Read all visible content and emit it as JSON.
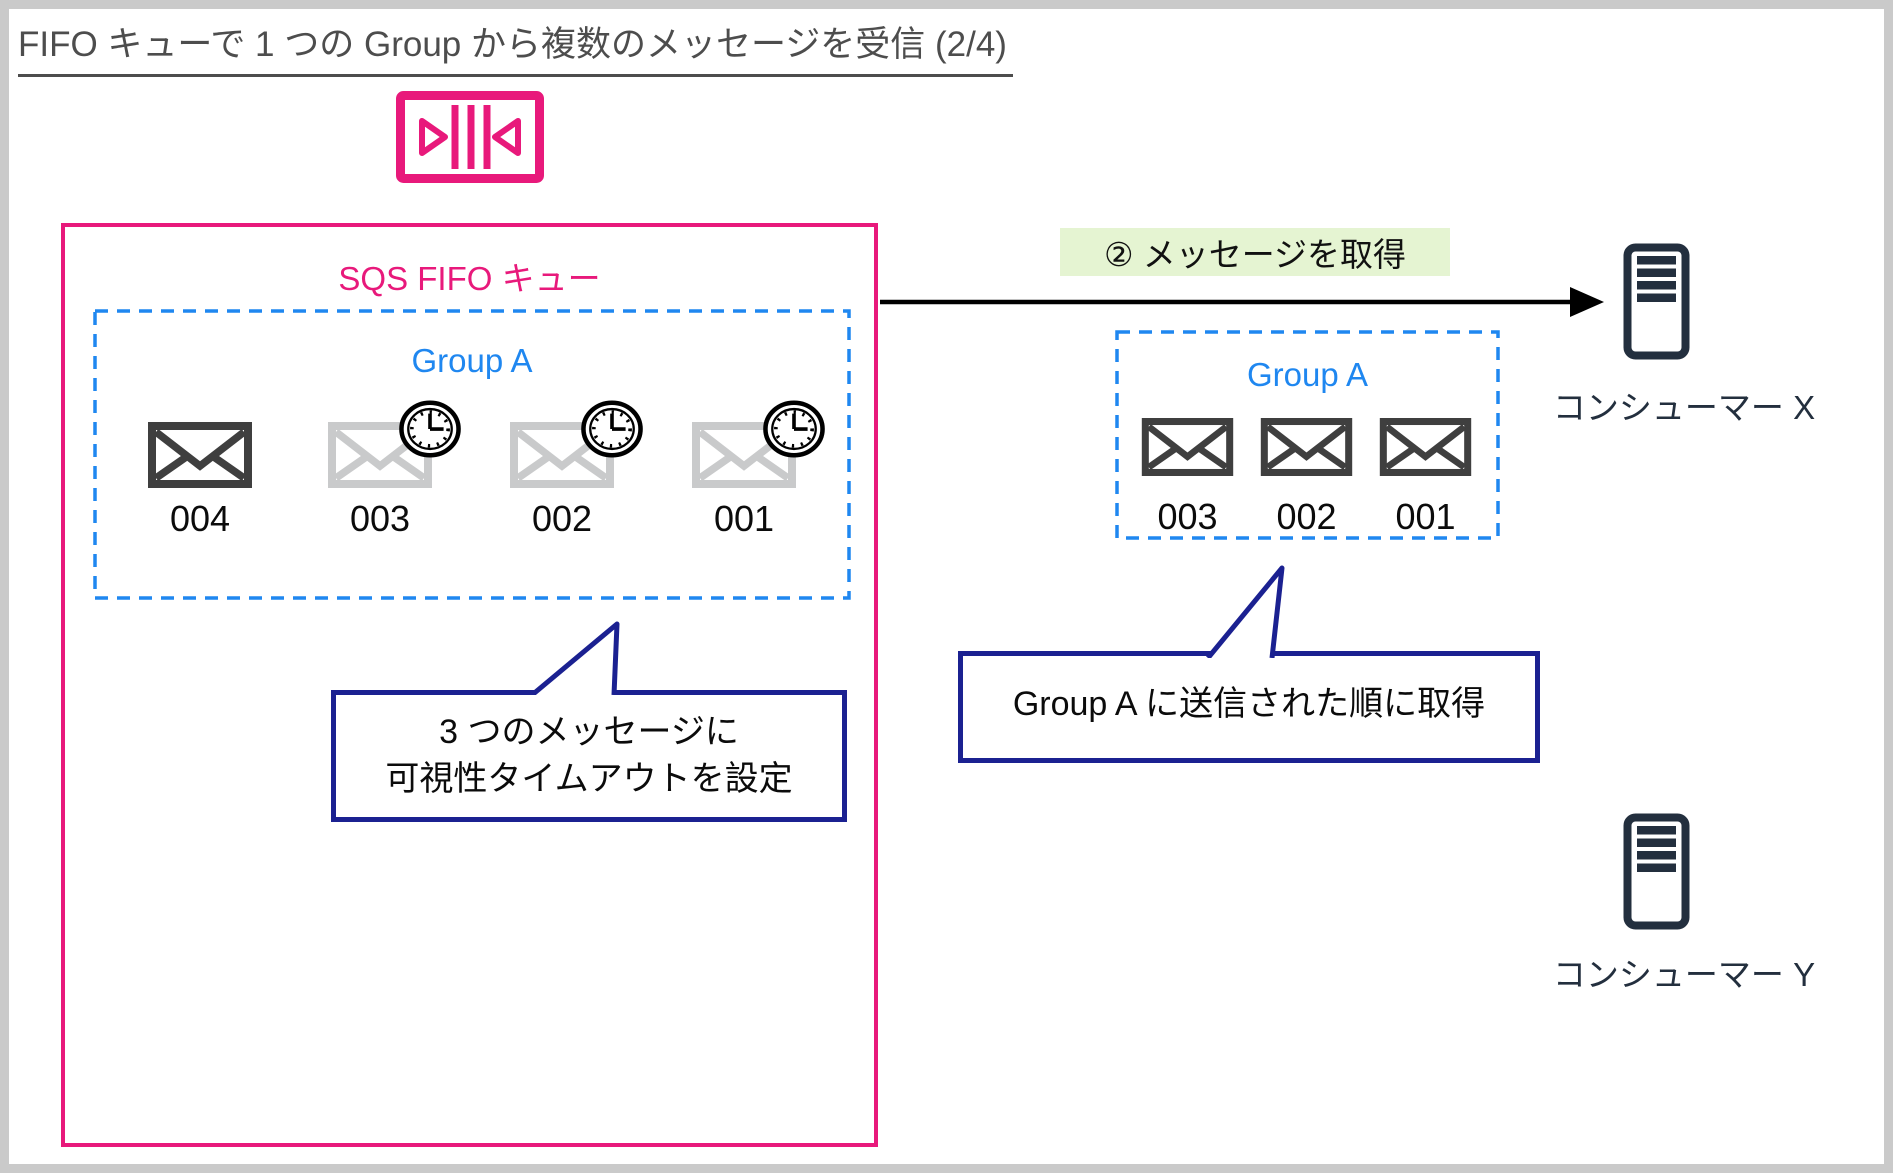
{
  "page": {
    "title": "FIFO キューで 1 つの Group から複数のメッセージを受信 (2/4)",
    "frame_color": "#CACACA"
  },
  "colors": {
    "sqs_pink": "#E8197B",
    "group_blue": "#1F87F0",
    "aws_navy": "#232F3E",
    "callout_border_navy": "#1B2191",
    "highlight_green": "#E5F4D2",
    "visible_message_gray": "#3F3F3F",
    "inflight_message_gray": "#C9CACB",
    "title_gray": "#4D4D4D"
  },
  "icons": {
    "queue": "sqs-queue-icon",
    "message": "envelope-icon",
    "timeout": "visibility-timeout-clock-icon",
    "consumer": "server-icon"
  },
  "queue": {
    "label": "SQS FIFO キュー",
    "group": {
      "label": "Group A",
      "messages": [
        {
          "id": "004",
          "state": "visible"
        },
        {
          "id": "003",
          "state": "visibility-timeout"
        },
        {
          "id": "002",
          "state": "visibility-timeout"
        },
        {
          "id": "001",
          "state": "visibility-timeout"
        }
      ]
    },
    "callout": {
      "line1": "3 つのメッセージに",
      "line2": "可視性タイムアウトを設定"
    }
  },
  "fetch": {
    "step_label": "② メッセージを取得",
    "group": {
      "label": "Group A",
      "messages": [
        {
          "id": "003"
        },
        {
          "id": "002"
        },
        {
          "id": "001"
        }
      ]
    },
    "callout": {
      "text": "Group A に送信された順に取得"
    }
  },
  "consumers": [
    {
      "label": "コンシューマー X"
    },
    {
      "label": "コンシューマー Y"
    }
  ]
}
